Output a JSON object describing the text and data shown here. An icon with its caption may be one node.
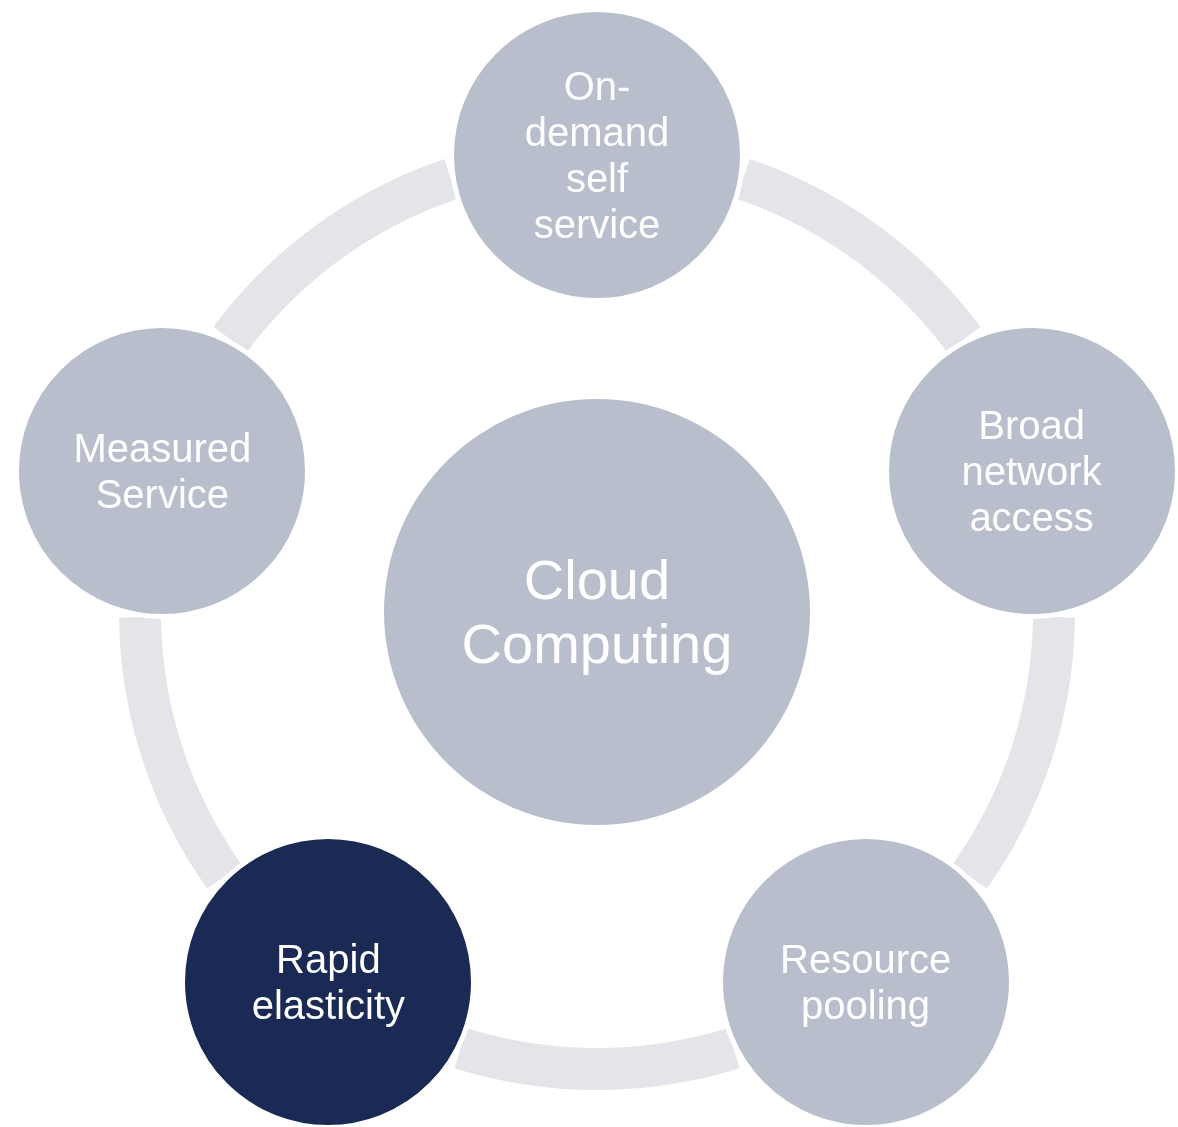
{
  "diagram": {
    "nodes": [
      {
        "text": [
          "On- demand self service"
        ]
      },
      {
        "text": [
          "Measured Service"
        ]
      },
      {
        "text": [
          "Broad network access"
        ]
      },
      {
        "text": [
          "Cloud Computing"
        ]
      },
      {
        "text": [
          "Rapid elasticity"
        ]
      },
      {
        "text": [
          "Resource pooling"
        ]
      }
    ],
    "edges": [
      {
        "from": 0,
        "to": 2,
        "arrow": "none"
      },
      {
        "from": 2,
        "to": 5,
        "arrow": "none"
      },
      {
        "from": 5,
        "to": 4,
        "arrow": "none"
      },
      {
        "from": 4,
        "to": 1,
        "arrow": "none"
      },
      {
        "from": 1,
        "to": 0,
        "arrow": "none"
      }
    ]
  }
}
